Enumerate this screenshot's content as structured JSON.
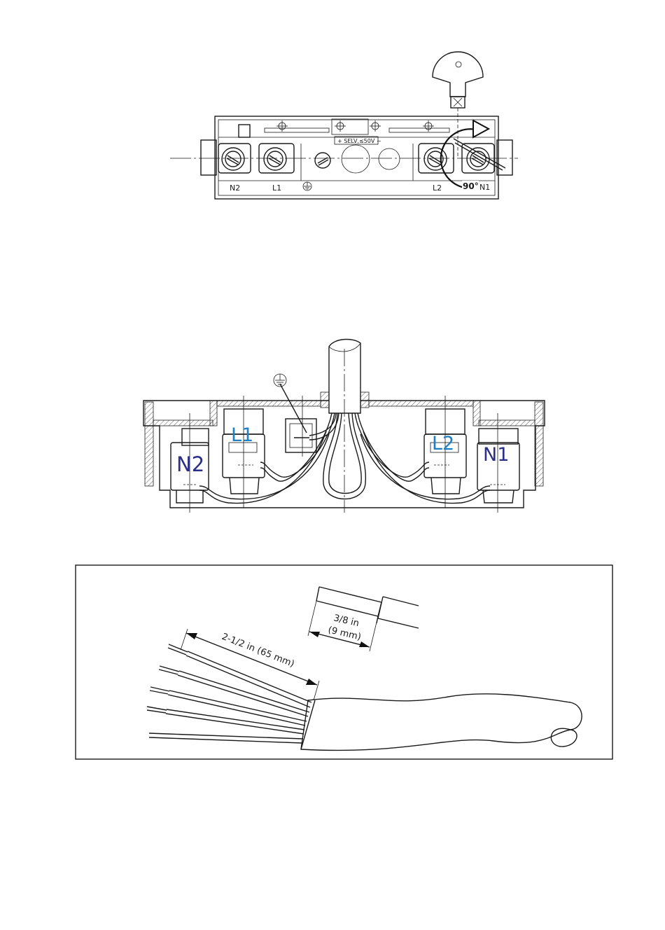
{
  "top_view": {
    "terminals": [
      "N2",
      "L1",
      "L2",
      "N1"
    ],
    "selv_label": "+ SELV,≤50V −",
    "rotation_label": "90°"
  },
  "section_view": {
    "terminals": [
      "N2",
      "L1",
      "L2",
      "N1"
    ],
    "colors": {
      "neutral": "#2b2f8a",
      "line": "#1f7fc4"
    }
  },
  "cable_strip": {
    "outer_strip": "2-1/2 in (65 mm)",
    "conductor_strip_line1": "3/8 in",
    "conductor_strip_line2": "(9 mm)"
  }
}
